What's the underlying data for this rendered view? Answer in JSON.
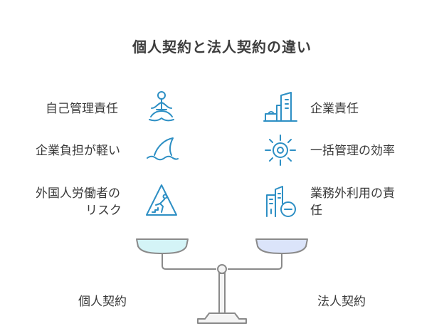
{
  "title": "個人契約と法人契約の違い",
  "left": {
    "label": "個人契約",
    "items": [
      {
        "label": "自己管理責任",
        "icon": "meditation-icon"
      },
      {
        "label": "企業負担が軽い",
        "icon": "shark-fin-icon"
      },
      {
        "label_line1": "外国人労働者の",
        "label_line2": "リスク",
        "icon": "warning-sign-icon"
      }
    ]
  },
  "right": {
    "label": "法人契約",
    "items": [
      {
        "label": "企業責任",
        "icon": "office-building-icon"
      },
      {
        "label": "一括管理の効率",
        "icon": "settings-sun-icon"
      },
      {
        "label_line1": "業務外利用の責",
        "label_line2": "任",
        "icon": "building-minus-icon"
      }
    ]
  },
  "colors": {
    "icon_stroke": "#2d8fc4",
    "left_pan_fill": "#d4f4f7",
    "right_pan_fill": "#dbe4fa",
    "scale_stroke": "#8a8a8a"
  }
}
